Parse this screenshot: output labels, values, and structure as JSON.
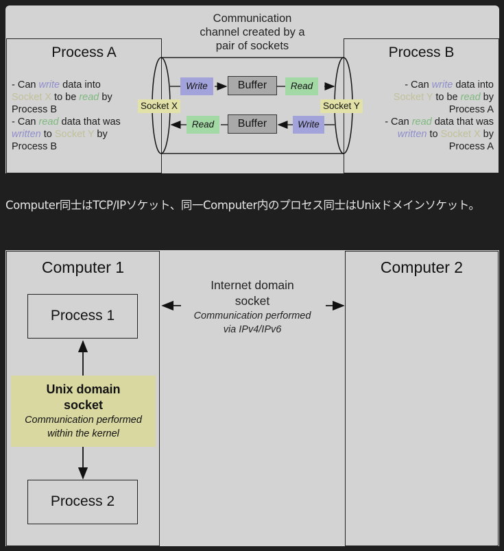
{
  "figure1": {
    "process_a": {
      "title": "Process A",
      "lines": [
        [
          {
            "t": "- Can ",
            "s": ""
          },
          {
            "t": "write",
            "s": "w"
          },
          {
            "t": " data into",
            "s": ""
          }
        ],
        [
          {
            "t": "Socket X",
            "s": "k"
          },
          {
            "t": " to be ",
            "s": ""
          },
          {
            "t": "read",
            "s": "r"
          },
          {
            "t": " by",
            "s": ""
          }
        ],
        [
          {
            "t": "Process B",
            "s": ""
          }
        ],
        [
          {
            "t": "- Can ",
            "s": ""
          },
          {
            "t": "read",
            "s": "r"
          },
          {
            "t": " data that was",
            "s": ""
          }
        ],
        [
          {
            "t": "written",
            "s": "w"
          },
          {
            "t": " to ",
            "s": ""
          },
          {
            "t": "Socket Y",
            "s": "k"
          },
          {
            "t": " by",
            "s": ""
          }
        ],
        [
          {
            "t": "Process B",
            "s": ""
          }
        ]
      ]
    },
    "process_b": {
      "title": "Process B",
      "lines": [
        [
          {
            "t": "- Can ",
            "s": ""
          },
          {
            "t": "write",
            "s": "w"
          },
          {
            "t": " data into",
            "s": ""
          }
        ],
        [
          {
            "t": "Socket Y",
            "s": "k"
          },
          {
            "t": " to be ",
            "s": ""
          },
          {
            "t": "read",
            "s": "r"
          },
          {
            "t": " by",
            "s": ""
          }
        ],
        [
          {
            "t": "Process A",
            "s": ""
          }
        ],
        [
          {
            "t": "- Can ",
            "s": ""
          },
          {
            "t": "read",
            "s": "r"
          },
          {
            "t": " data that was",
            "s": ""
          }
        ],
        [
          {
            "t": "written",
            "s": "w"
          },
          {
            "t": " to ",
            "s": ""
          },
          {
            "t": "Socket X",
            "s": "k"
          },
          {
            "t": " by",
            "s": ""
          }
        ],
        [
          {
            "t": "Process A",
            "s": ""
          }
        ]
      ]
    },
    "channel_caption": [
      "Communication",
      "channel created by a",
      "pair of sockets"
    ],
    "socket_x": "Socket X",
    "socket_y": "Socket Y",
    "top_row": {
      "write": "Write",
      "buffer": "Buffer",
      "read": "Read"
    },
    "bottom_row": {
      "read": "Read",
      "buffer": "Buffer",
      "write": "Write"
    }
  },
  "paragraph": "Computer同士はTCP/IPソケット、同一Computer内のプロセス同士はUnixドメインソケット。",
  "figure2": {
    "computer1": "Computer 1",
    "computer2": "Computer 2",
    "process1": "Process 1",
    "process2": "Process 2",
    "internet_socket": {
      "title_lines": [
        "Internet domain",
        "socket"
      ],
      "desc_lines": [
        "Communication performed",
        "via IPv4/IPv6"
      ]
    },
    "unix_socket": {
      "title_lines": [
        "Unix domain",
        "socket"
      ],
      "desc_lines": [
        "Communication performed",
        "within the kernel"
      ]
    }
  },
  "colors": {
    "background": "#1f1f1f",
    "figure_bg": "#d3d3d3",
    "write_tag": "#a3a3dc",
    "read_tag": "#a3d9a5",
    "buffer": "#a9a9a9",
    "socket_label": "#e1e1a8",
    "unix_box": "#d9d8a1",
    "write_text": "#8f8ecb",
    "read_text": "#7fb87f",
    "socket_text": "#c2c09a"
  }
}
